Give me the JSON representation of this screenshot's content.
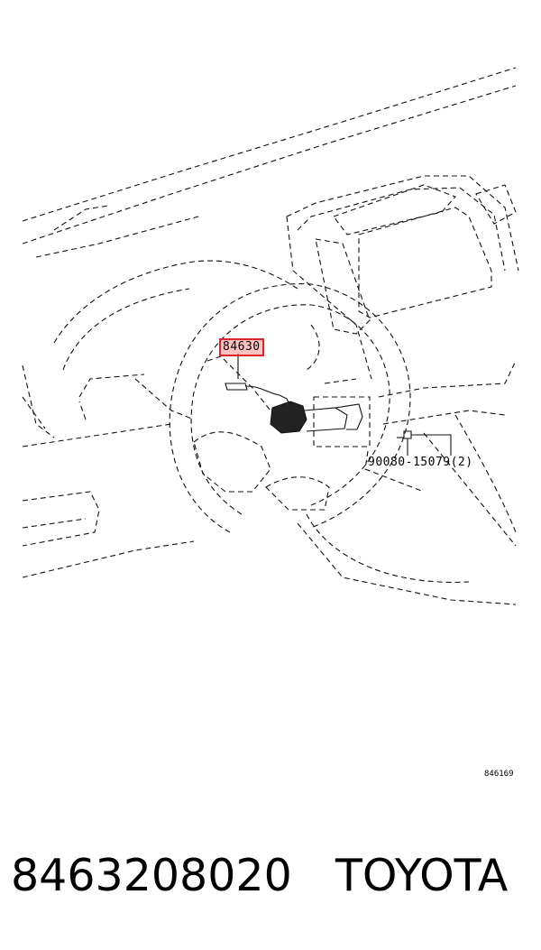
{
  "diagram": {
    "callouts": {
      "part": "84630",
      "bolt": "90080-15079(2)"
    },
    "figure_number": "846169",
    "highlight_color": "#d9252b"
  },
  "caption": {
    "part_number": "8463208020",
    "brand": "TOYOTA"
  }
}
